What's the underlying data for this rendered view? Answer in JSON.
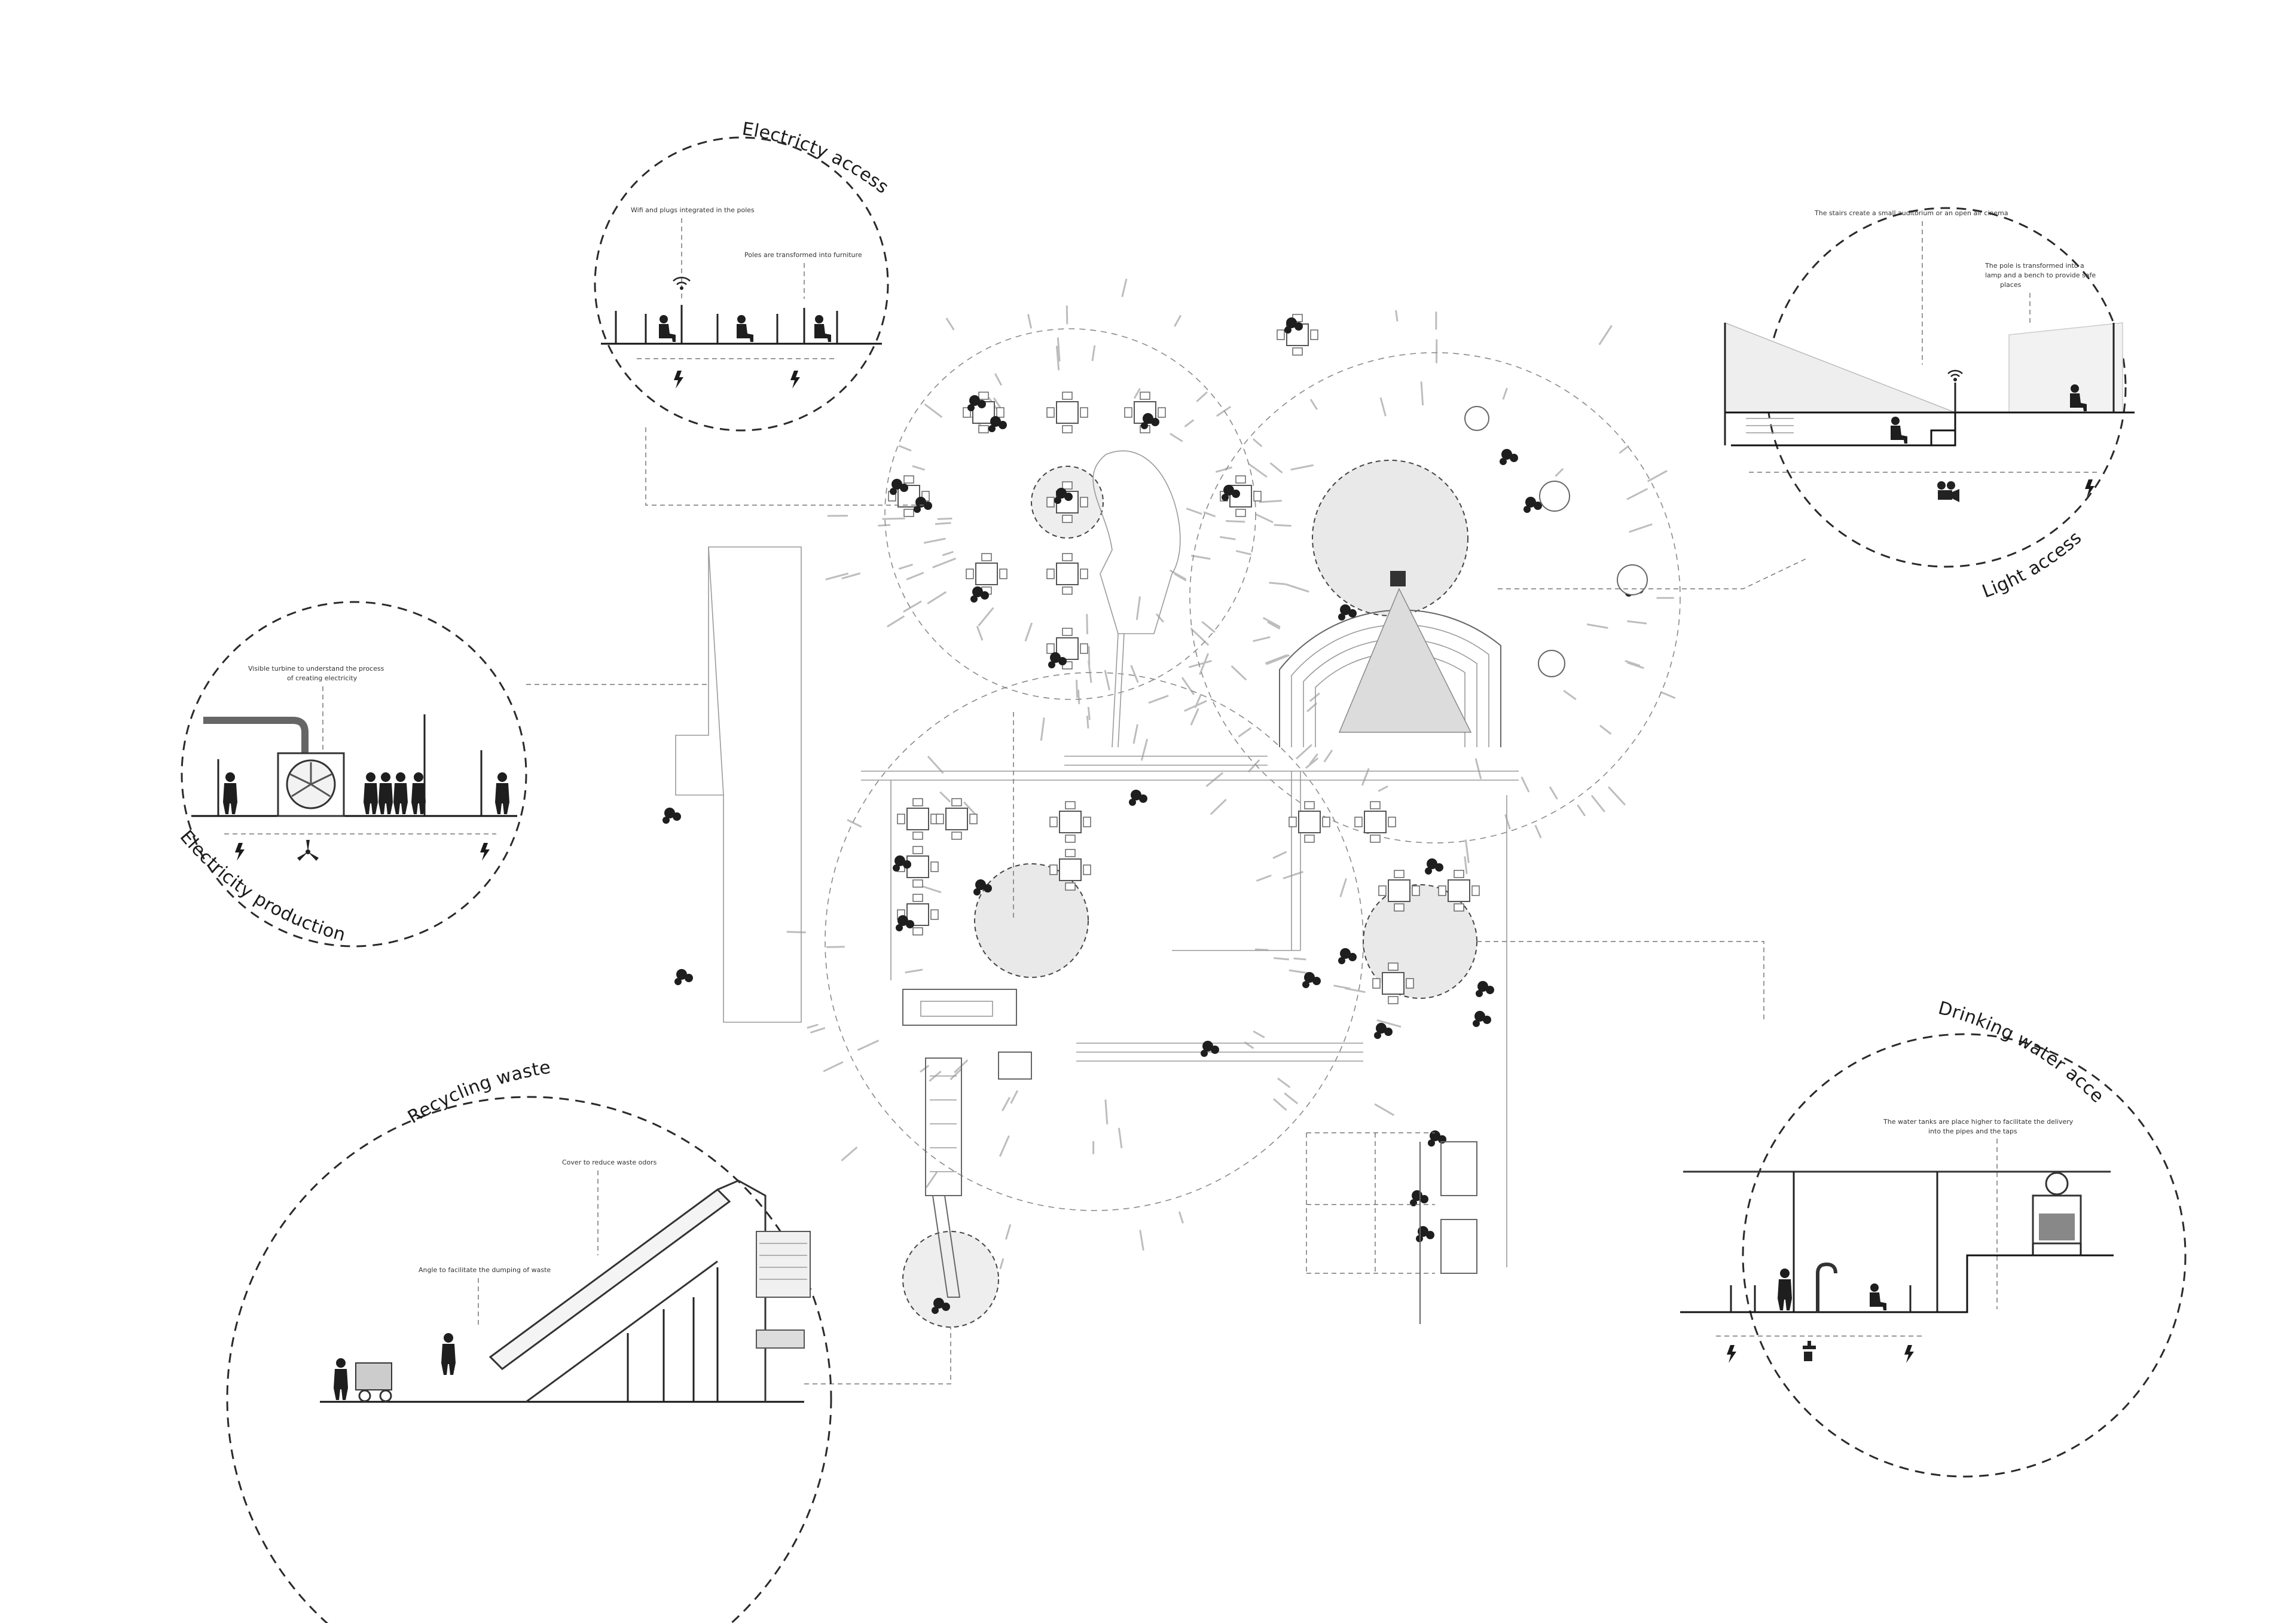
{
  "bubbles": {
    "electricity_access": {
      "title": "Electricty access",
      "notes": [
        "Wifi and plugs integrated in the poles",
        "Poles are transformed into furniture"
      ]
    },
    "light_access": {
      "title": "Light access",
      "notes": [
        "The stairs create a small auditorium or an open air cinema",
        "The pole is transformed into a",
        "lamp and a bench to provide safe",
        "places"
      ]
    },
    "electricity_production": {
      "title": "Electricity production",
      "notes": [
        "Visible turbine to understand the process",
        "of creating electricity"
      ]
    },
    "recycling_waste": {
      "title": "Recycling waste",
      "notes": [
        "Cover to reduce waste odors",
        "Angle to facilitate the dumping of waste"
      ]
    },
    "drinking_water_access": {
      "title": "Drinking water access",
      "notes": [
        "The water tanks are place higher to facilitate the delivery",
        "into the pipes and the taps"
      ]
    }
  },
  "icons": {
    "electricity": "lightning-bolt-icon",
    "wifi": "wifi-icon",
    "turbine": "turbine-icon",
    "projector": "film-projector-icon",
    "water_tap": "water-tap-icon"
  },
  "colors": {
    "ink": "#1a1a1a",
    "plan_line": "#9a9a9a",
    "shade": "#e6e6e6"
  }
}
